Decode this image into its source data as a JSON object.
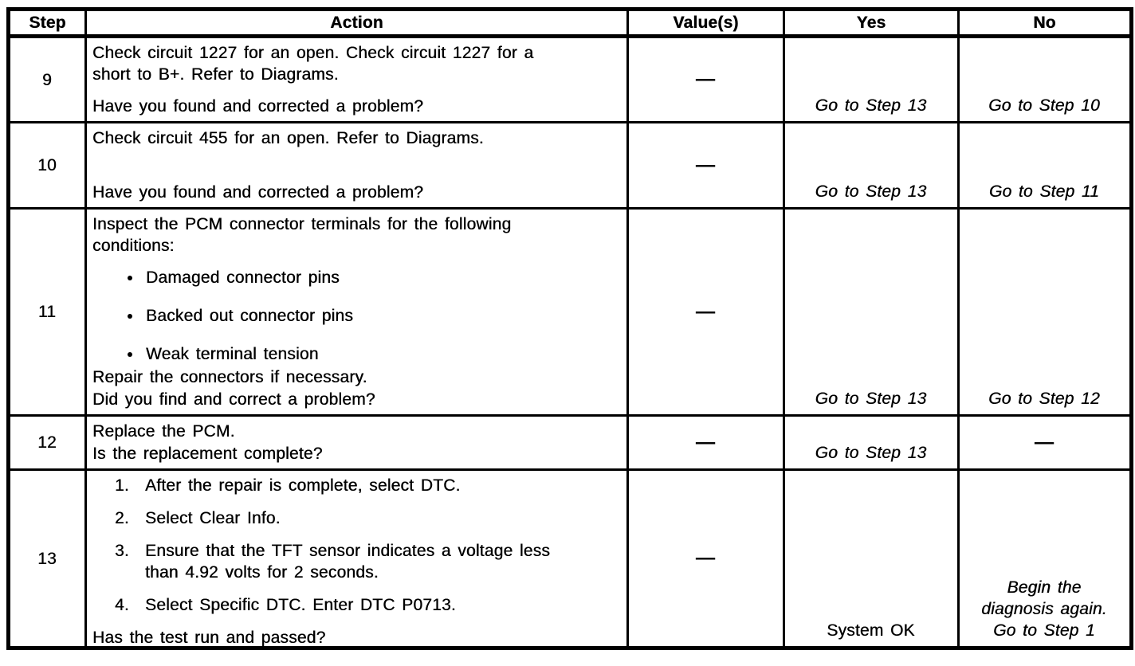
{
  "colors": {
    "ink": "#000000",
    "paper": "#ffffff"
  },
  "table": {
    "headers": [
      "Step",
      "Action",
      "Value(s)",
      "Yes",
      "No"
    ],
    "rows": [
      {
        "step": "9",
        "paragraphs": [
          {
            "lines": [
              "Check circuit 1227 for an open. Check circuit 1227 for a",
              "short to B+. Refer to Diagrams."
            ]
          }
        ],
        "bullets": [],
        "numbered": [],
        "closing": [],
        "question": "Have you found and corrected a problem?",
        "value": "—",
        "yes": {
          "lines": [
            "Go to Step 13"
          ],
          "italic": true
        },
        "no": {
          "lines": [
            "Go to Step 10"
          ],
          "italic": true
        }
      },
      {
        "step": "10",
        "paragraphs": [
          {
            "lines": [
              "Check circuit 455 for an open. Refer to Diagrams."
            ]
          }
        ],
        "bullets": [],
        "numbered": [],
        "closing": [],
        "question": "Have you found and corrected a problem?",
        "value": "—",
        "yes": {
          "lines": [
            "Go to Step 13"
          ],
          "italic": true
        },
        "no": {
          "lines": [
            "Go to Step 11"
          ],
          "italic": true
        }
      },
      {
        "step": "11",
        "paragraphs": [
          {
            "lines": [
              "Inspect the PCM connector terminals for the following",
              "conditions:"
            ]
          }
        ],
        "bullets": [
          "Damaged connector pins",
          "Backed out connector pins",
          "Weak terminal tension"
        ],
        "numbered": [],
        "closing": [
          {
            "lines": [
              "Repair the connectors if necessary."
            ]
          }
        ],
        "question": "Did you find and correct a problem?",
        "value": "—",
        "yes": {
          "lines": [
            "Go to Step 13"
          ],
          "italic": true
        },
        "no": {
          "lines": [
            "Go to Step 12"
          ],
          "italic": true
        }
      },
      {
        "step": "12",
        "paragraphs": [
          {
            "lines": [
              "Replace the PCM."
            ]
          }
        ],
        "bullets": [],
        "numbered": [],
        "closing": [],
        "question": "Is the replacement complete?",
        "value": "—",
        "yes": {
          "lines": [
            "Go to Step 13"
          ],
          "italic": true
        },
        "no": {
          "lines": [
            "—"
          ],
          "italic": false
        }
      },
      {
        "step": "13",
        "paragraphs": [],
        "bullets": [],
        "numbered": [
          {
            "marker": "1.",
            "lines": [
              "After the repair is complete, select DTC."
            ]
          },
          {
            "marker": "2.",
            "lines": [
              "Select Clear Info."
            ]
          },
          {
            "marker": "3.",
            "lines": [
              "Ensure that the TFT sensor indicates a voltage less",
              "than 4.92 volts for 2 seconds."
            ]
          },
          {
            "marker": "4.",
            "lines": [
              "Select Specific DTC. Enter DTC P0713."
            ]
          }
        ],
        "closing": [],
        "question": "Has the test run and passed?",
        "value": "—",
        "yes": {
          "lines": [
            "System OK"
          ],
          "italic": false
        },
        "no": {
          "lines": [
            "Begin the",
            "diagnosis again.",
            "Go to Step 1"
          ],
          "italic": true
        }
      }
    ]
  }
}
